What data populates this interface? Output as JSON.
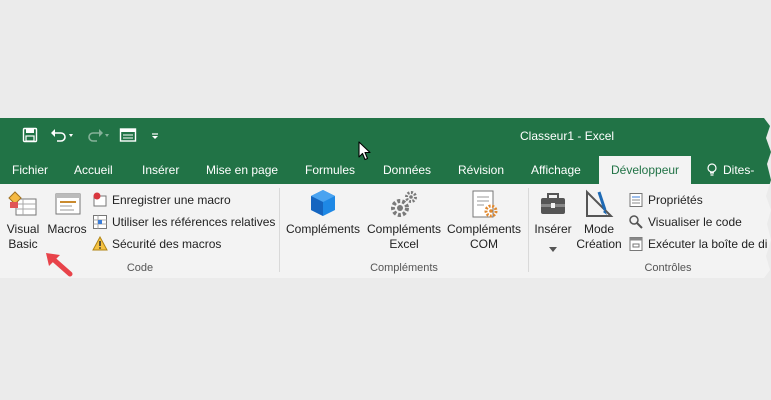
{
  "window": {
    "title": "Classeur1  -  Excel"
  },
  "qat": {
    "save_label": "Enregistrer",
    "undo_label": "Annuler",
    "redo_label": "Rétablir",
    "customize_label": "Personnaliser"
  },
  "tabs": [
    {
      "label": "Fichier"
    },
    {
      "label": "Accueil"
    },
    {
      "label": "Insérer"
    },
    {
      "label": "Mise en page"
    },
    {
      "label": "Formules"
    },
    {
      "label": "Données"
    },
    {
      "label": "Révision"
    },
    {
      "label": "Affichage"
    },
    {
      "label": "Développeur"
    },
    {
      "label": "Dites-"
    }
  ],
  "active_tab": "Développeur",
  "ribbon": {
    "code": {
      "label": "Code",
      "visual_basic": [
        "Visual",
        "Basic"
      ],
      "macros": "Macros",
      "record_macro": "Enregistrer une macro",
      "relative_refs": "Utiliser les références relatives",
      "macro_security": "Sécurité des macros"
    },
    "complements": {
      "label": "Compléments",
      "complements": "Compléments",
      "excel_complements": [
        "Compléments",
        "Excel"
      ],
      "com_complements": [
        "Compléments",
        "COM"
      ]
    },
    "controls": {
      "label": "Contrôles",
      "insert": "Insérer",
      "design_mode": [
        "Mode",
        "Création"
      ],
      "properties": "Propriétés",
      "view_code": "Visualiser le code",
      "run_dialog": "Exécuter la boîte de di"
    }
  },
  "colors": {
    "excel_green": "#217346",
    "ribbon_bg": "#f3f3f3",
    "background": "#ebebeb",
    "annotation_arrow": "#e8434a"
  }
}
